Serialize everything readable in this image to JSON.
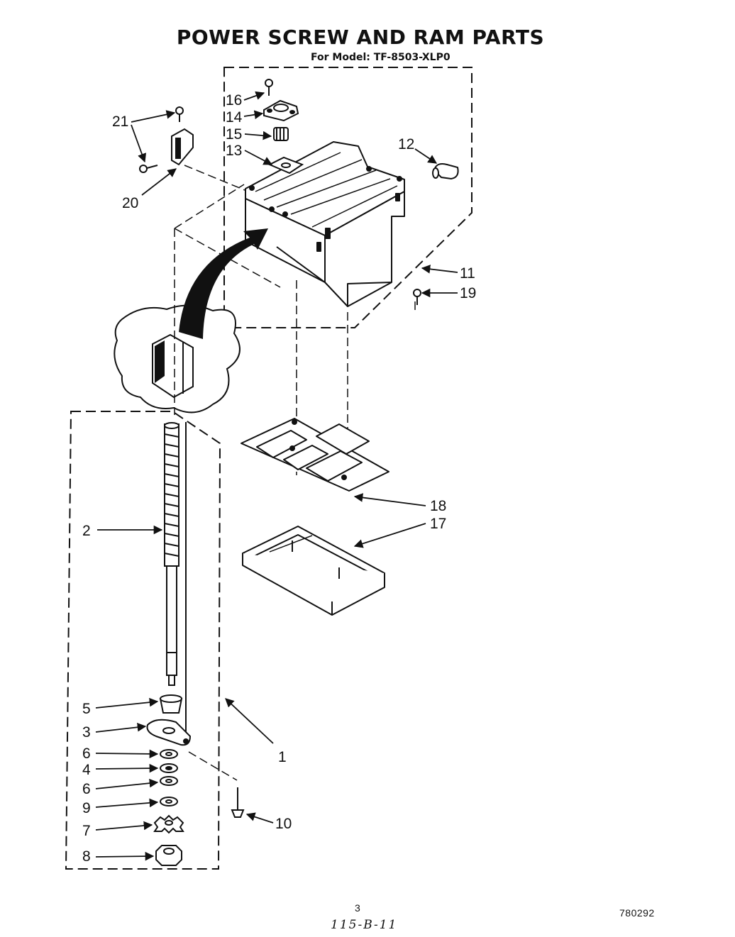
{
  "title": "POWER SCREW AND RAM PARTS",
  "subtitle": "For Model: TF-8503-XLP0",
  "callouts": {
    "p1": "1",
    "p2": "2",
    "p3": "3",
    "p4": "4",
    "p5": "5",
    "p6a": "6",
    "p6b": "6",
    "p7": "7",
    "p8": "8",
    "p9": "9",
    "p10": "10",
    "p11": "11",
    "p12": "12",
    "p13": "13",
    "p14": "14",
    "p15": "15",
    "p16": "16",
    "p17": "17",
    "p18": "18",
    "p19": "19",
    "p20": "20",
    "p21": "21"
  },
  "footer": {
    "page_number": "3",
    "code": "780292",
    "handwritten_note": "115-B-11"
  }
}
